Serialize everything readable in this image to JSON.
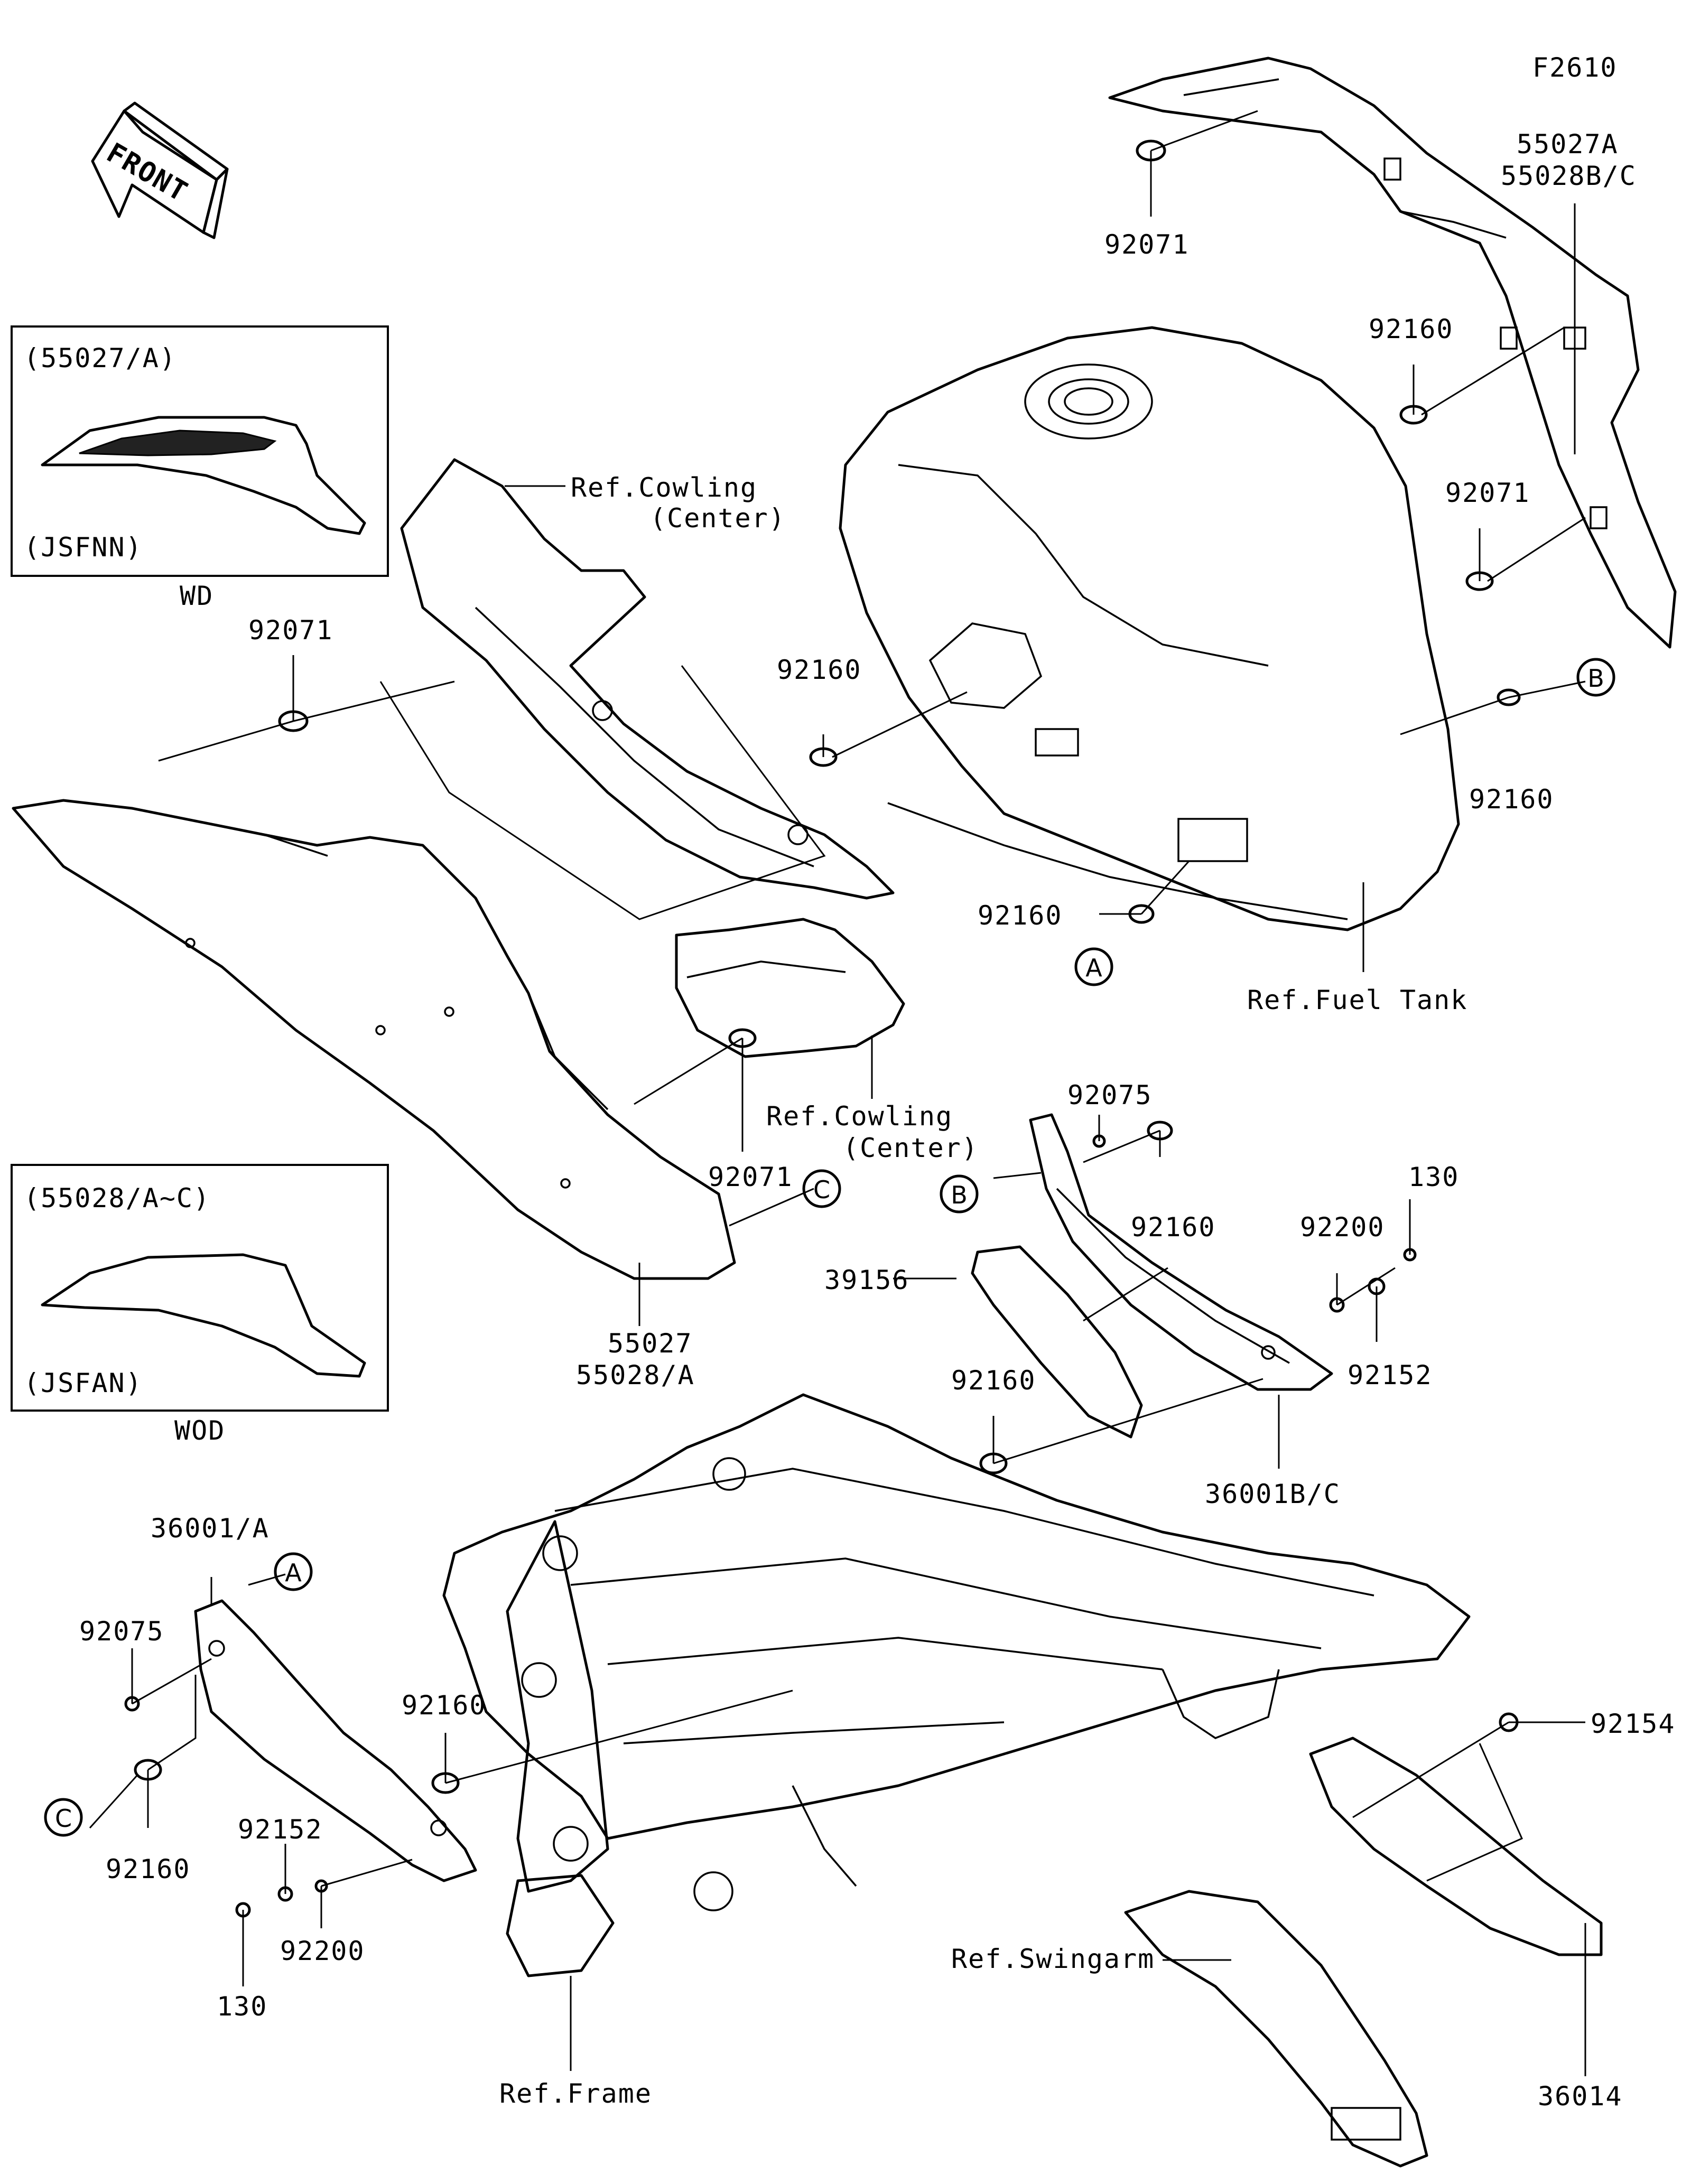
{
  "figure_code": "F2610",
  "front_arrow_text": "FRONT",
  "inset_wd": {
    "code": "(55027/A)",
    "variant": "(JSFNN)",
    "caption": "WD"
  },
  "inset_wod": {
    "code": "(55028/A~C)",
    "variant": "(JSFAN)",
    "caption": "WOD"
  },
  "labels": {
    "p55027a_55028bc_1": "55027A",
    "p55027a_55028bc_2": "55028B/C",
    "p92071_top": "92071",
    "p92160_right_top": "92160",
    "p92071_right": "92071",
    "ref_cowling_1_a": "Ref.Cowling",
    "ref_cowling_1_b": "(Center)",
    "p92071_left": "92071",
    "p92160_tank_left": "92160",
    "p92160_b_right": "92160",
    "p92160_a": "92160",
    "ref_fuel_tank": "Ref.Fuel Tank",
    "ref_cowling_2_a": "Ref.Cowling",
    "ref_cowling_2_b": "(Center)",
    "p92071_mid": "92071",
    "p92075_top": "92075",
    "p92160_bracket": "92160",
    "p130_top": "130",
    "p92200_top": "92200",
    "p92152_top": "92152",
    "p39156": "39156",
    "p55027_1": "55027",
    "p55027_2": "55028/A",
    "p92160_frame_top": "92160",
    "p36001bc": "36001B/C",
    "p36001a": "36001/A",
    "p92075_left": "92075",
    "p92160_frame_left": "92160",
    "p92160_c": "92160",
    "p92152_left": "92152",
    "p92200_left": "92200",
    "p130_left": "130",
    "p92154": "92154",
    "ref_swingarm": "Ref.Swingarm",
    "p36014": "36014",
    "ref_frame": "Ref.Frame"
  },
  "callouts": {
    "A": "A",
    "B": "B",
    "C": "C"
  }
}
